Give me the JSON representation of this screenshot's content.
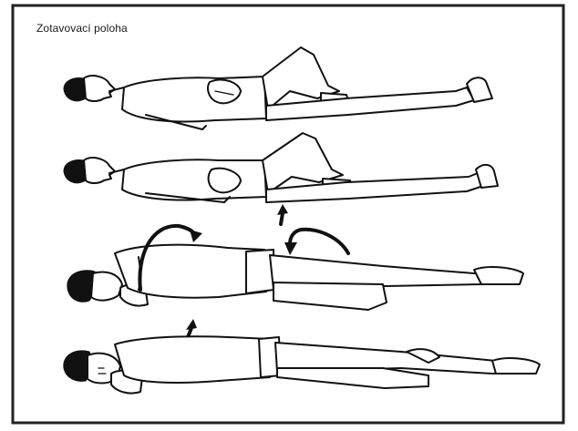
{
  "diagram": {
    "title": "Zotavovací poloha",
    "steps": [
      {
        "id": 1,
        "pose": "supine, far arm across chest, near knee raised"
      },
      {
        "id": 2,
        "pose": "supine, arm across chest, knee raised, push indicated"
      },
      {
        "id": 3,
        "pose": "rolling onto side, hand under cheek, rotation arrows"
      },
      {
        "id": 4,
        "pose": "lateral recovery position, top knee bent forward"
      }
    ],
    "colors": {
      "ink": "#111111",
      "frame": "#222222",
      "background": "#ffffff"
    }
  }
}
